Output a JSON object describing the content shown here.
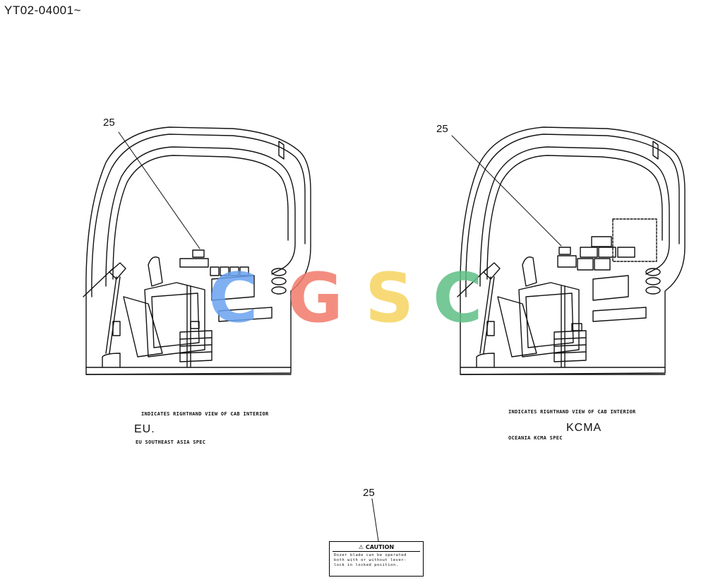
{
  "doc_code": "YT02-04001~",
  "callouts": {
    "left": "25",
    "right": "25",
    "bottom": "25"
  },
  "left_view": {
    "caption": "INDICATES RIGHTHAND VIEW OF CAB INTERIOR",
    "spec": "EU.",
    "spec_detail": "EU SOUTHEAST ASIA SPEC"
  },
  "right_view": {
    "caption": "INDICATES RIGHTHAND VIEW OF CAB INTERIOR",
    "spec": "KCMA",
    "spec_detail": "OCEANIA KCMA SPEC"
  },
  "watermark": {
    "letters": [
      "C",
      "G",
      "S",
      "C"
    ],
    "colors": [
      "#6aa3f0",
      "#f27a6a",
      "#f6d460",
      "#5fbf86"
    ]
  },
  "caution_label": {
    "heading": "CAUTION",
    "lines": [
      "Dozer blade can be operated",
      "both with or without lever-",
      "lock in locked position."
    ]
  }
}
